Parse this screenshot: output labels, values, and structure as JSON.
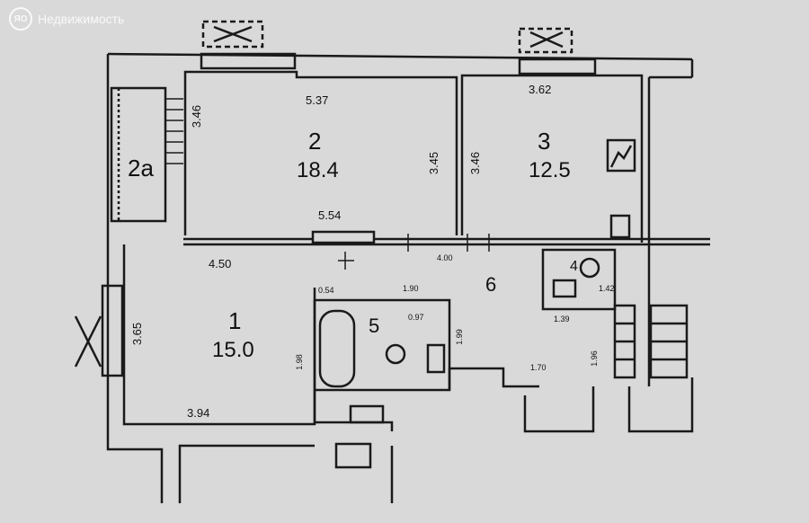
{
  "watermark": {
    "logo_text": "ЯО",
    "brand": "Недвижимость"
  },
  "rooms": [
    {
      "id": "2a",
      "number": "2а"
    },
    {
      "id": "2",
      "number": "2",
      "area": "18.4"
    },
    {
      "id": "3",
      "number": "3",
      "area": "12.5"
    },
    {
      "id": "1",
      "number": "1",
      "area": "15.0"
    },
    {
      "id": "4",
      "number": "4"
    },
    {
      "id": "5",
      "number": "5"
    },
    {
      "id": "6",
      "number": "6"
    }
  ],
  "dimensions": {
    "room2_width": "5.37",
    "room2_width_bottom": "5.54",
    "room2_height": "3.45",
    "room2a_height": "3.46",
    "room3_width": "3.62",
    "room3_height": "3.46",
    "room1_width": "4.50",
    "room1_width_bottom": "3.94",
    "room1_height": "3.65",
    "corridor_width": "4.00",
    "d_054": "0.54",
    "d_190": "1.90",
    "d_097": "0.97",
    "d_199": "1.99",
    "d_198": "1.98",
    "d_170": "1.70",
    "d_139": "1.39",
    "d_142": "1.42",
    "d_196": "1.96"
  }
}
